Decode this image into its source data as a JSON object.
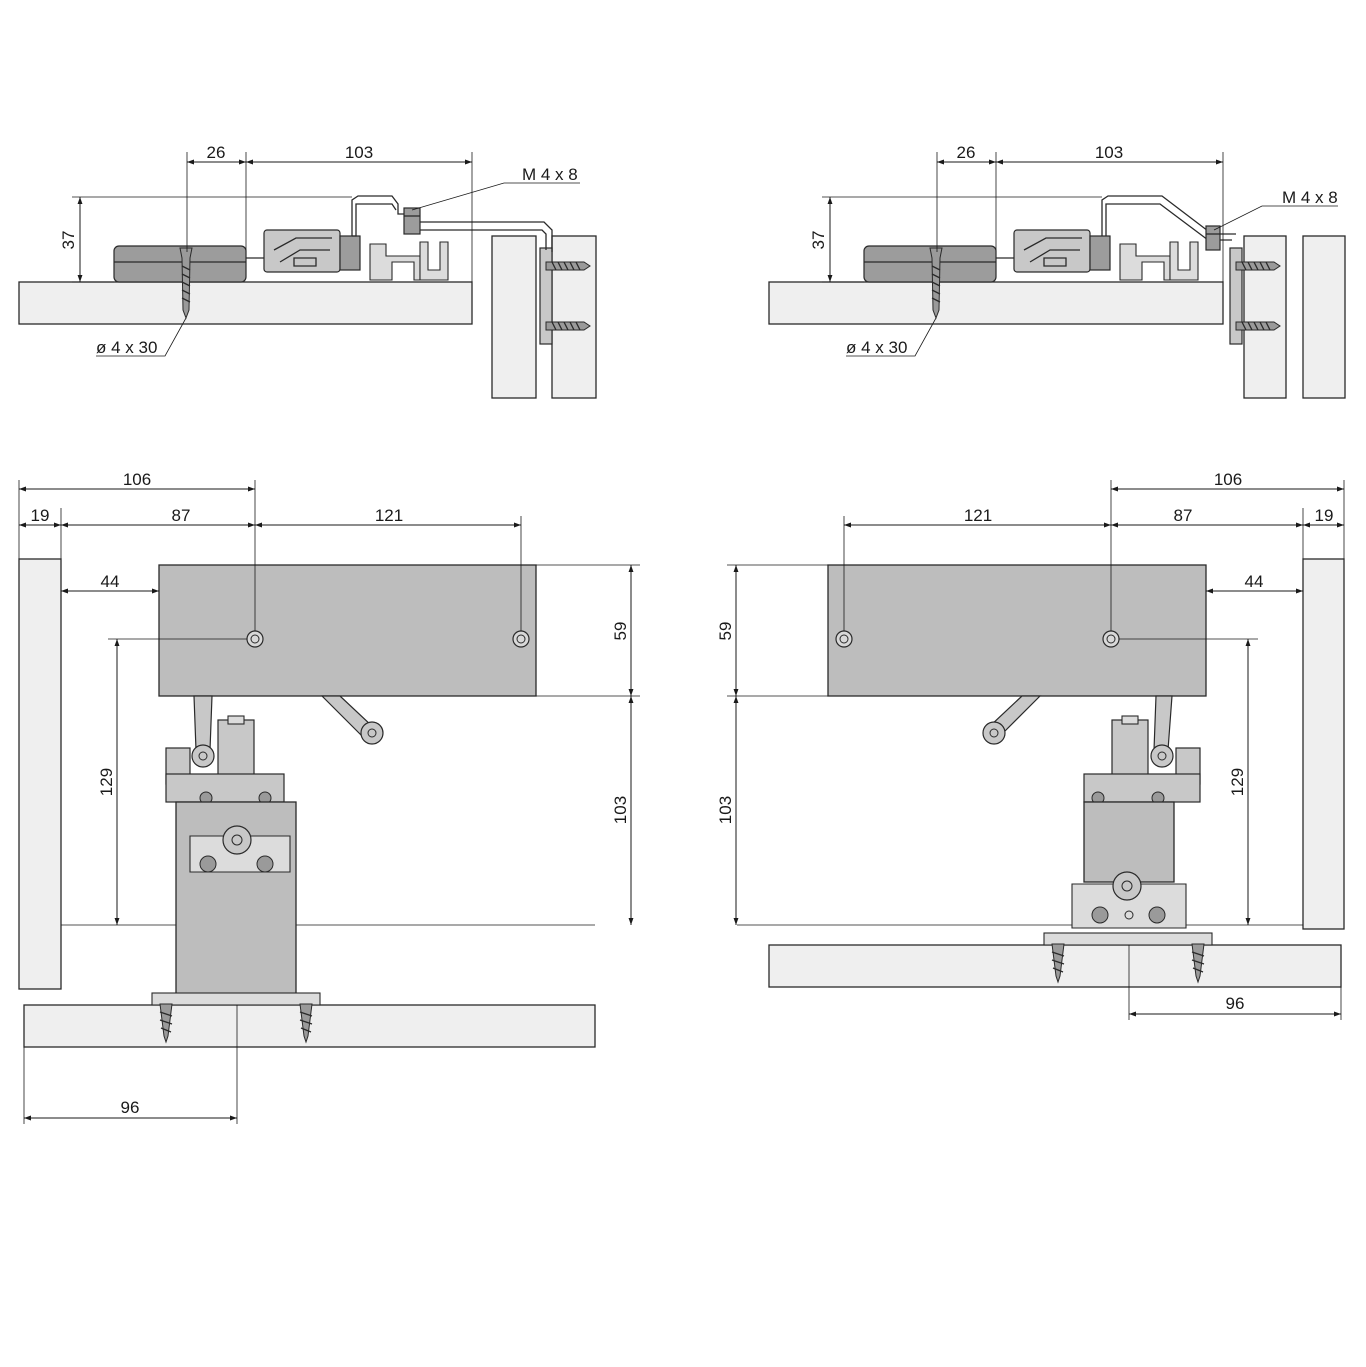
{
  "diagram": {
    "top_left": {
      "dims": {
        "d26": "26",
        "d103": "103",
        "d37": "37",
        "m4x8": "M 4 x 8",
        "screw": "ø 4 x 30"
      }
    },
    "top_right": {
      "dims": {
        "d26": "26",
        "d103": "103",
        "d37": "37",
        "m4x8": "M 4 x 8",
        "screw": "ø 4 x 30"
      }
    },
    "bottom_left": {
      "dims": {
        "d106": "106",
        "d19": "19",
        "d87": "87",
        "d121": "121",
        "d44": "44",
        "d59": "59",
        "d129": "129",
        "d103": "103",
        "d96": "96"
      }
    },
    "bottom_right": {
      "dims": {
        "d106": "106",
        "d19": "19",
        "d87": "87",
        "d121": "121",
        "d44": "44",
        "d59": "59",
        "d129": "129",
        "d103": "103",
        "d96": "96"
      }
    },
    "colors": {
      "housing": "#bdbdbd",
      "panel": "#efefef",
      "line": "#1a1a1a"
    }
  }
}
